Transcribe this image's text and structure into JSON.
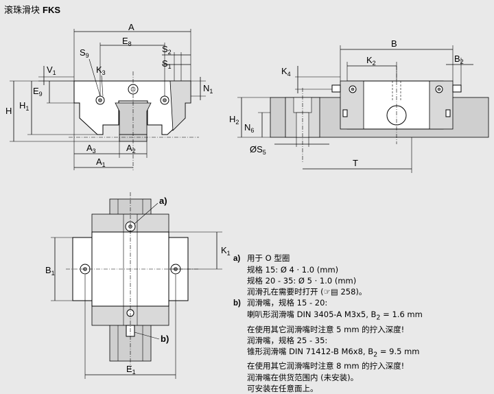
{
  "header": {
    "title": "滚珠滑块",
    "subtitle": "FKS"
  },
  "dims": {
    "A": "A",
    "E8": "E",
    "E8_sub": "8",
    "S9": "S",
    "S9_sub": "9",
    "K3": "K",
    "K3_sub": "3",
    "S2": "S",
    "S2_sub": "2",
    "S1": "S",
    "S1_sub": "1",
    "V1": "V",
    "V1_sub": "1",
    "E9": "E",
    "E9_sub": "9",
    "N1": "N",
    "N1_sub": "1",
    "H": "H",
    "H1": "H",
    "H1_sub": "1",
    "A3": "A",
    "A3_sub": "3",
    "A2": "A",
    "A2_sub": "2",
    "A1": "A",
    "A1_sub": "1",
    "B": "B",
    "K2": "K",
    "K2_sub": "2",
    "B2": "B",
    "B2_sub": "2",
    "K4": "K",
    "K4_sub": "4",
    "H2": "H",
    "H2_sub": "2",
    "N6": "N",
    "N6_sub": "6",
    "S5": "ØS",
    "S5_sub": "5",
    "T": "T",
    "K1": "K",
    "K1_sub": "1",
    "B1": "B",
    "B1_sub": "1",
    "E1": "E",
    "E1_sub": "1",
    "a": "a)",
    "b": "b)"
  },
  "notes": {
    "a_key": "a)",
    "a1": "用于 O 型圈",
    "a2": "规格 15: Ø 4 · 1.0 (mm)",
    "a3": "规格 20 - 35: Ø 5 · 1.0 (mm)",
    "a4": "润滑孔在需要时打开 (☞▤ 258)。",
    "b_key": "b)",
    "b1": "润滑嘴，规格 15 - 20:",
    "b2": "喇叭形润滑嘴 DIN 3405-A M3x5, B",
    "b2_sub": "2",
    "b2_tail": " = 1.6 mm",
    "b3": "在使用其它润滑嘴时注意 5 mm 的拧入深度!",
    "b4": "润滑嘴，规格 25 - 35:",
    "b5": "锥形润滑嘴 DIN 71412-B M6x8, B",
    "b5_sub": "2",
    "b5_tail": " = 9.5 mm",
    "b6": "在使用其它润滑嘴时注意 8 mm 的拧入深度!",
    "b7": "润滑嘴在供货范围内 (未安装)。",
    "b8": "可安装在任意面上。"
  }
}
